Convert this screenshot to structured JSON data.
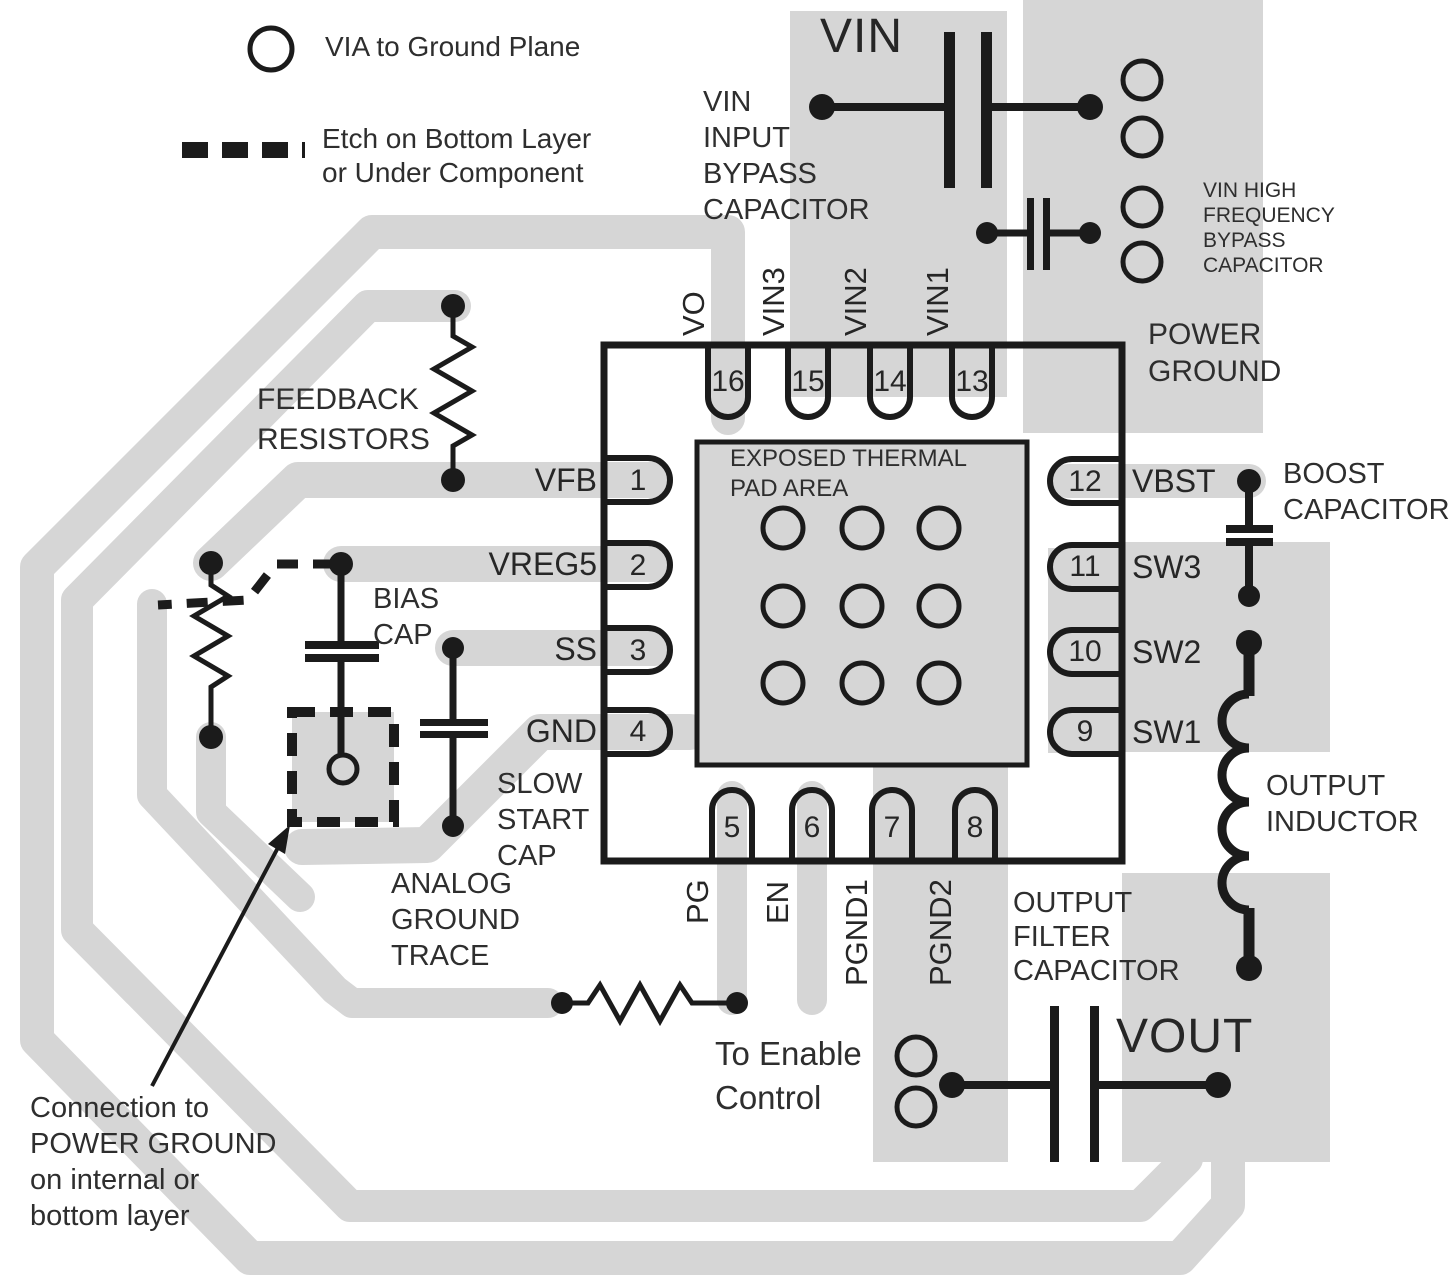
{
  "legend": {
    "via_label": "VIA to Ground Plane",
    "etch_label": "Etch on Bottom Layer\nor Under Component"
  },
  "nets": {
    "vin": "VIN",
    "vout": "VOUT"
  },
  "annotations": {
    "vin_input_bypass": "VIN\nINPUT\nBYPASS\nCAPACITOR",
    "vin_hf_bypass": "VIN HIGH\nFREQUENCY\nBYPASS\nCAPACITOR",
    "power_ground": "POWER\nGROUND",
    "feedback_resistors": "FEEDBACK\nRESISTORS",
    "bias_cap": "BIAS\nCAP",
    "slow_start_cap": "SLOW\nSTART\nCAP",
    "analog_ground_trace": "ANALOG\nGROUND\nTRACE",
    "power_ground_connection": "Connection to\nPOWER GROUND\non internal or\nbottom layer",
    "to_enable_control": "To Enable\nControl",
    "boost_capacitor": "BOOST\nCAPACITOR",
    "output_inductor": "OUTPUT\nINDUCTOR",
    "output_filter_capacitor": "OUTPUT\nFILTER\nCAPACITOR"
  },
  "ic": {
    "thermal_pad_label": "EXPOSED THERMAL\nPAD AREA",
    "pins": {
      "top": [
        {
          "num": "16",
          "name": "VO"
        },
        {
          "num": "15",
          "name": "VIN3"
        },
        {
          "num": "14",
          "name": "VIN2"
        },
        {
          "num": "13",
          "name": "VIN1"
        }
      ],
      "left": [
        {
          "num": "1",
          "name": "VFB"
        },
        {
          "num": "2",
          "name": "VREG5"
        },
        {
          "num": "3",
          "name": "SS"
        },
        {
          "num": "4",
          "name": "GND"
        }
      ],
      "right": [
        {
          "num": "12",
          "name": "VBST"
        },
        {
          "num": "11",
          "name": "SW3"
        },
        {
          "num": "10",
          "name": "SW2"
        },
        {
          "num": "9",
          "name": "SW1"
        }
      ],
      "bottom": [
        {
          "num": "5",
          "name": "PG"
        },
        {
          "num": "6",
          "name": "EN"
        },
        {
          "num": "7",
          "name": "PGND1"
        },
        {
          "num": "8",
          "name": "PGND2"
        }
      ]
    }
  },
  "symbols": {
    "via": "open-circle",
    "junction": "filled-dot",
    "capacitor": "parallel-plates",
    "resistor": "zigzag",
    "inductor": "coil",
    "etch": "dashed-line"
  },
  "colors": {
    "copper": "#d6d6d6",
    "line": "#1b1b1b",
    "text": "#2e2e2e"
  }
}
